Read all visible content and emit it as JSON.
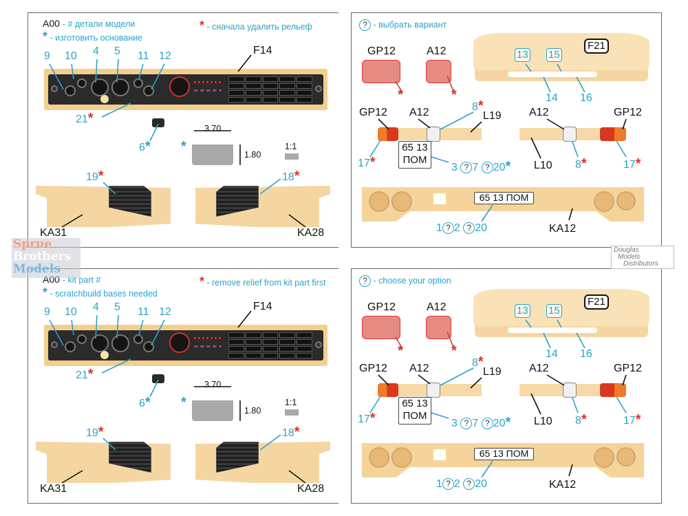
{
  "panels": [
    {
      "id": "ru-left",
      "legend": {
        "part_code": "A00",
        "part_desc": "- # детали модели",
        "relief_desc": "- сначала удалить рельеф",
        "base_desc": "- изготовить основание"
      }
    },
    {
      "id": "ru-right",
      "legend": {
        "option_desc": "- выбрать вариант"
      }
    },
    {
      "id": "en-left",
      "legend": {
        "part_code": "A00",
        "part_desc": "- kit part #",
        "relief_desc": "- remove relief from kit part first",
        "base_desc": "- scratchbuild bases needed"
      }
    },
    {
      "id": "en-right",
      "legend": {
        "option_desc": "- choose your option"
      }
    }
  ],
  "symbols": {
    "star": "*",
    "question": "?"
  },
  "dashboard": {
    "part_label": "F14",
    "callouts": [
      "9",
      "10",
      "4",
      "5",
      "11",
      "12"
    ],
    "callout_21": "21",
    "callout_6": "6"
  },
  "base_dim": {
    "width": "3.70",
    "height": "1.80",
    "scale": "1:1"
  },
  "side_panels": {
    "left_part": "KA31",
    "left_callout": "19",
    "right_part": "KA28",
    "right_callout": "18"
  },
  "lights": {
    "gp12": "GP12",
    "a12": "A12"
  },
  "roof": {
    "part": "F21",
    "callouts_boxed": [
      "13",
      "15"
    ],
    "callouts": [
      "14",
      "16"
    ]
  },
  "bars": {
    "left_part": "L19",
    "right_part": "L10",
    "gp12": "GP12",
    "a12": "A12",
    "callout_8": "8",
    "callout_17": "17",
    "plate_line1": "65 13",
    "plate_line2": "ПОМ",
    "opt_3": "3",
    "opt_7": "7",
    "opt_20": "20"
  },
  "bumper": {
    "part": "KA12",
    "plate": "65 13 ПОМ",
    "opt_1": "1",
    "opt_2": "2",
    "opt_20": "20"
  },
  "watermarks": {
    "sbm_line1": "Sprue",
    "sbm_line2": "Brothers",
    "sbm_line3": "Models",
    "dmd_line1": "Douglas",
    "dmd_line2": "Models",
    "dmd_line3": "Distributors"
  },
  "colors": {
    "accent_blue": "#2aa3c9",
    "accent_red": "#e03030",
    "resin_tan": "#f6d9a7",
    "lens_red": "#e88a84"
  }
}
